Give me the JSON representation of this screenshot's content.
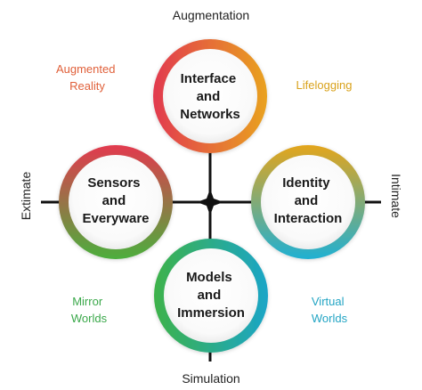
{
  "axes": {
    "top": "Augmentation",
    "bottom": "Simulation",
    "left": "Extimate",
    "right": "Intimate"
  },
  "quadrants": {
    "top_left": {
      "lines": [
        "Augmented",
        "Reality"
      ],
      "color": "#e0603a"
    },
    "top_right": {
      "lines": [
        "Lifelogging"
      ],
      "color": "#d9a21b"
    },
    "bottom_left": {
      "lines": [
        "Mirror",
        "Worlds"
      ],
      "color": "#3aa84a"
    },
    "bottom_right": {
      "lines": [
        "Virtual",
        "Worlds"
      ],
      "color": "#23a5c4"
    }
  },
  "circles": {
    "top": {
      "lines": [
        "Interface",
        "and",
        "Networks"
      ],
      "colors": [
        "#e23a4f",
        "#e9a21f"
      ]
    },
    "left": {
      "lines": [
        "Sensors",
        "and",
        "Everyware"
      ],
      "colors": [
        "#e23a4f",
        "#4cae3d"
      ]
    },
    "right": {
      "lines": [
        "Identity",
        "and",
        "Interaction"
      ],
      "colors": [
        "#e3a51c",
        "#20b0d2"
      ]
    },
    "bottom": {
      "lines": [
        "Models",
        "and",
        "Immersion"
      ],
      "colors": [
        "#3db24a",
        "#1ba5c7"
      ]
    }
  }
}
